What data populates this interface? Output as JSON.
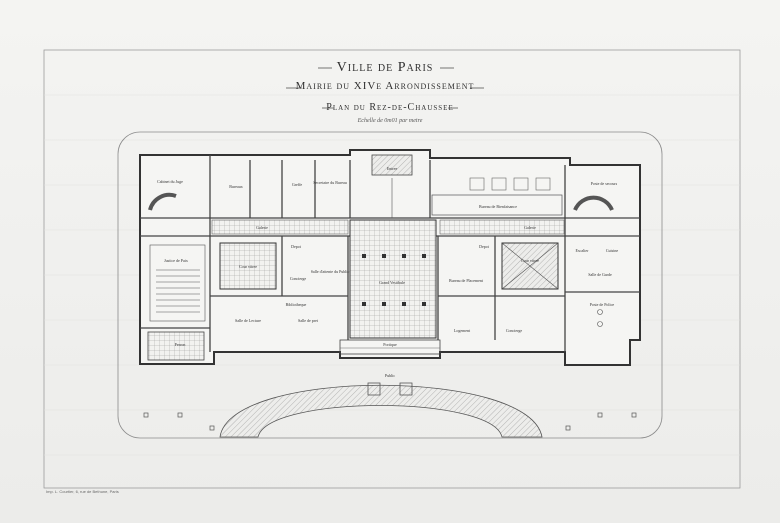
{
  "header": {
    "city": "Ville de Paris",
    "mairie": "Mairie du XIVe Arrondissement",
    "plan": "Plan du Rez-de-Chaussee",
    "scale": "Echelle de 0m01 par metre"
  },
  "imprint": "Imp. L. Courtier, 6, rue de Bethune, Paris",
  "rooms": {
    "cabinet_juge": "Cabinet du Juge",
    "bureaux": "Bureaux",
    "greffe": "Greffe",
    "secretaire_bureau": "Secretaire du Bureau",
    "bureau_bienfaisance": "Bureau de Bienfaisance",
    "poste_secours": "Poste de secours",
    "galerie_left": "Galerie",
    "galerie_right": "Galerie",
    "depot_left": "Depot",
    "depot_right": "Depot",
    "justice_paix": "Justice de Paix",
    "cour_vitree_left": "Cour vitree",
    "cour_vitree_right": "Cour vitree",
    "concierge": "Concierge",
    "salle_attente": "Salle d'attente du Public",
    "grand_vestibule": "Grand Vestibule",
    "bureau_placement": "Bureau de Placement",
    "bibliotheque": "Bibliotheque",
    "salle_lecture": "Salle de Lecture",
    "salle_pret": "Salle de pret",
    "logement": "Logement",
    "concierge_right": "Concierge",
    "escalier": "Escalier",
    "poste_police": "Poste de Police",
    "portique": "Portique",
    "perron": "Perron",
    "entree": "Entree",
    "public": "Public",
    "cuisine": "Cuisine",
    "salle_garde": "Salle de Garde"
  }
}
